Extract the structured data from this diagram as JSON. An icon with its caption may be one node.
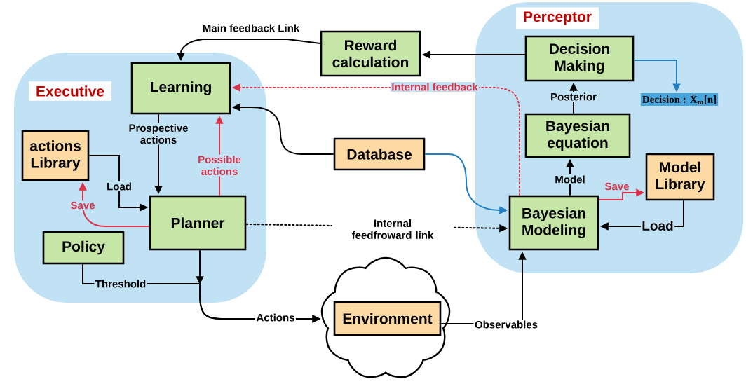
{
  "diagram": {
    "nodes": [
      {
        "text": [
          "Executive"
        ]
      },
      {
        "text": [
          "Learning"
        ],
        "in": 0
      },
      {
        "text": [
          "actions Library"
        ],
        "in": 0
      },
      {
        "text": [
          "Planner"
        ],
        "in": 0
      },
      {
        "text": [
          "Policy"
        ],
        "in": 0
      },
      {
        "text": [
          "Perceptor"
        ]
      },
      {
        "text": [
          "Decision Making"
        ],
        "in": 5
      },
      {
        "text": [
          "Bayesian equation"
        ],
        "in": 5
      },
      {
        "text": [
          "Model Library"
        ],
        "in": 5
      },
      {
        "text": [
          "Bayesian Modeling"
        ],
        "in": 5
      },
      {
        "text": [
          "Reward calculation"
        ]
      },
      {
        "text": [
          "Database"
        ]
      },
      {
        "text": [],
        "shape": "cloud"
      },
      {
        "text": [
          "Environment"
        ],
        "in": 12
      },
      {
        "text": [
          "Decision : X̄$_{m}$[n]"
        ],
        "in": 5
      }
    ],
    "edges": [
      {
        "from": 10,
        "to": 1,
        "arrow": "to",
        "label": "Main feedback Link"
      },
      {
        "from": 6,
        "to": 10,
        "arrow": "to"
      },
      {
        "from": 6,
        "to": 14,
        "arrow": "to",
        "color": "#1f7fc4"
      },
      {
        "from": 9,
        "to": 1,
        "arrow": "to",
        "label": "Internal feedback",
        "style": "dashed",
        "color": "#d9334a"
      },
      {
        "from": 11,
        "to": 1,
        "arrow": "to"
      },
      {
        "from": 11,
        "to": 9,
        "arrow": "to",
        "color": "#1f7fc4"
      },
      {
        "from": 1,
        "to": 3,
        "arrow": "to",
        "label": "Prospective actions"
      },
      {
        "from": 3,
        "to": 1,
        "arrow": "to",
        "label": "Possible actions",
        "color": "#d9334a"
      },
      {
        "from": 2,
        "to": 3,
        "arrow": "to",
        "label": "Load"
      },
      {
        "from": 3,
        "to": 2,
        "arrow": "to",
        "label": "Save",
        "color": "#d9334a"
      },
      {
        "from": 4,
        "to": 12,
        "arrow": "to",
        "label": "Threshold"
      },
      {
        "from": 3,
        "to": 12,
        "arrow": "to",
        "label": "Actions"
      },
      {
        "from": 3,
        "to": 9,
        "arrow": "to",
        "label": "Internal feedfroward link",
        "style": "dashed"
      },
      {
        "from": 7,
        "to": 6,
        "arrow": "to",
        "label": "Posterior"
      },
      {
        "from": 9,
        "to": 7,
        "arrow": "to",
        "label": "Model"
      },
      {
        "from": 9,
        "to": 8,
        "arrow": "to",
        "label": "Save",
        "color": "#d9334a"
      },
      {
        "from": 8,
        "to": 9,
        "arrow": "to",
        "label": "Load"
      },
      {
        "from": 13,
        "to": 9,
        "arrow": "to",
        "label": "Observables"
      }
    ]
  }
}
